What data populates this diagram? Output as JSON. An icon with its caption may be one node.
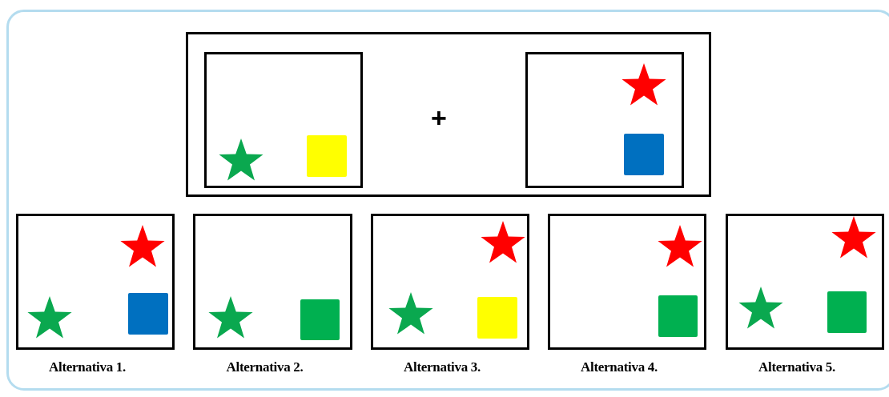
{
  "diagram": {
    "nodes": [
      {
        "text": [],
        "shape": "box"
      },
      {
        "text": [],
        "shape": "box",
        "in": 0
      },
      {
        "text": [],
        "shape": "box",
        "in": 0
      },
      {
        "text": [],
        "shape": "box",
        "beside": [
          "Alternativa 1."
        ]
      },
      {
        "text": [],
        "shape": "box",
        "beside": [
          "Alternativa 2."
        ]
      },
      {
        "text": [],
        "shape": "box",
        "beside": [
          "Alternativa 3."
        ]
      },
      {
        "text": [],
        "shape": "box",
        "beside": [
          "Alternativa 4."
        ]
      },
      {
        "text": [],
        "shape": "box",
        "beside": [
          "Alternativa 5."
        ]
      }
    ],
    "edges": [],
    "labels": [
      "+"
    ]
  }
}
